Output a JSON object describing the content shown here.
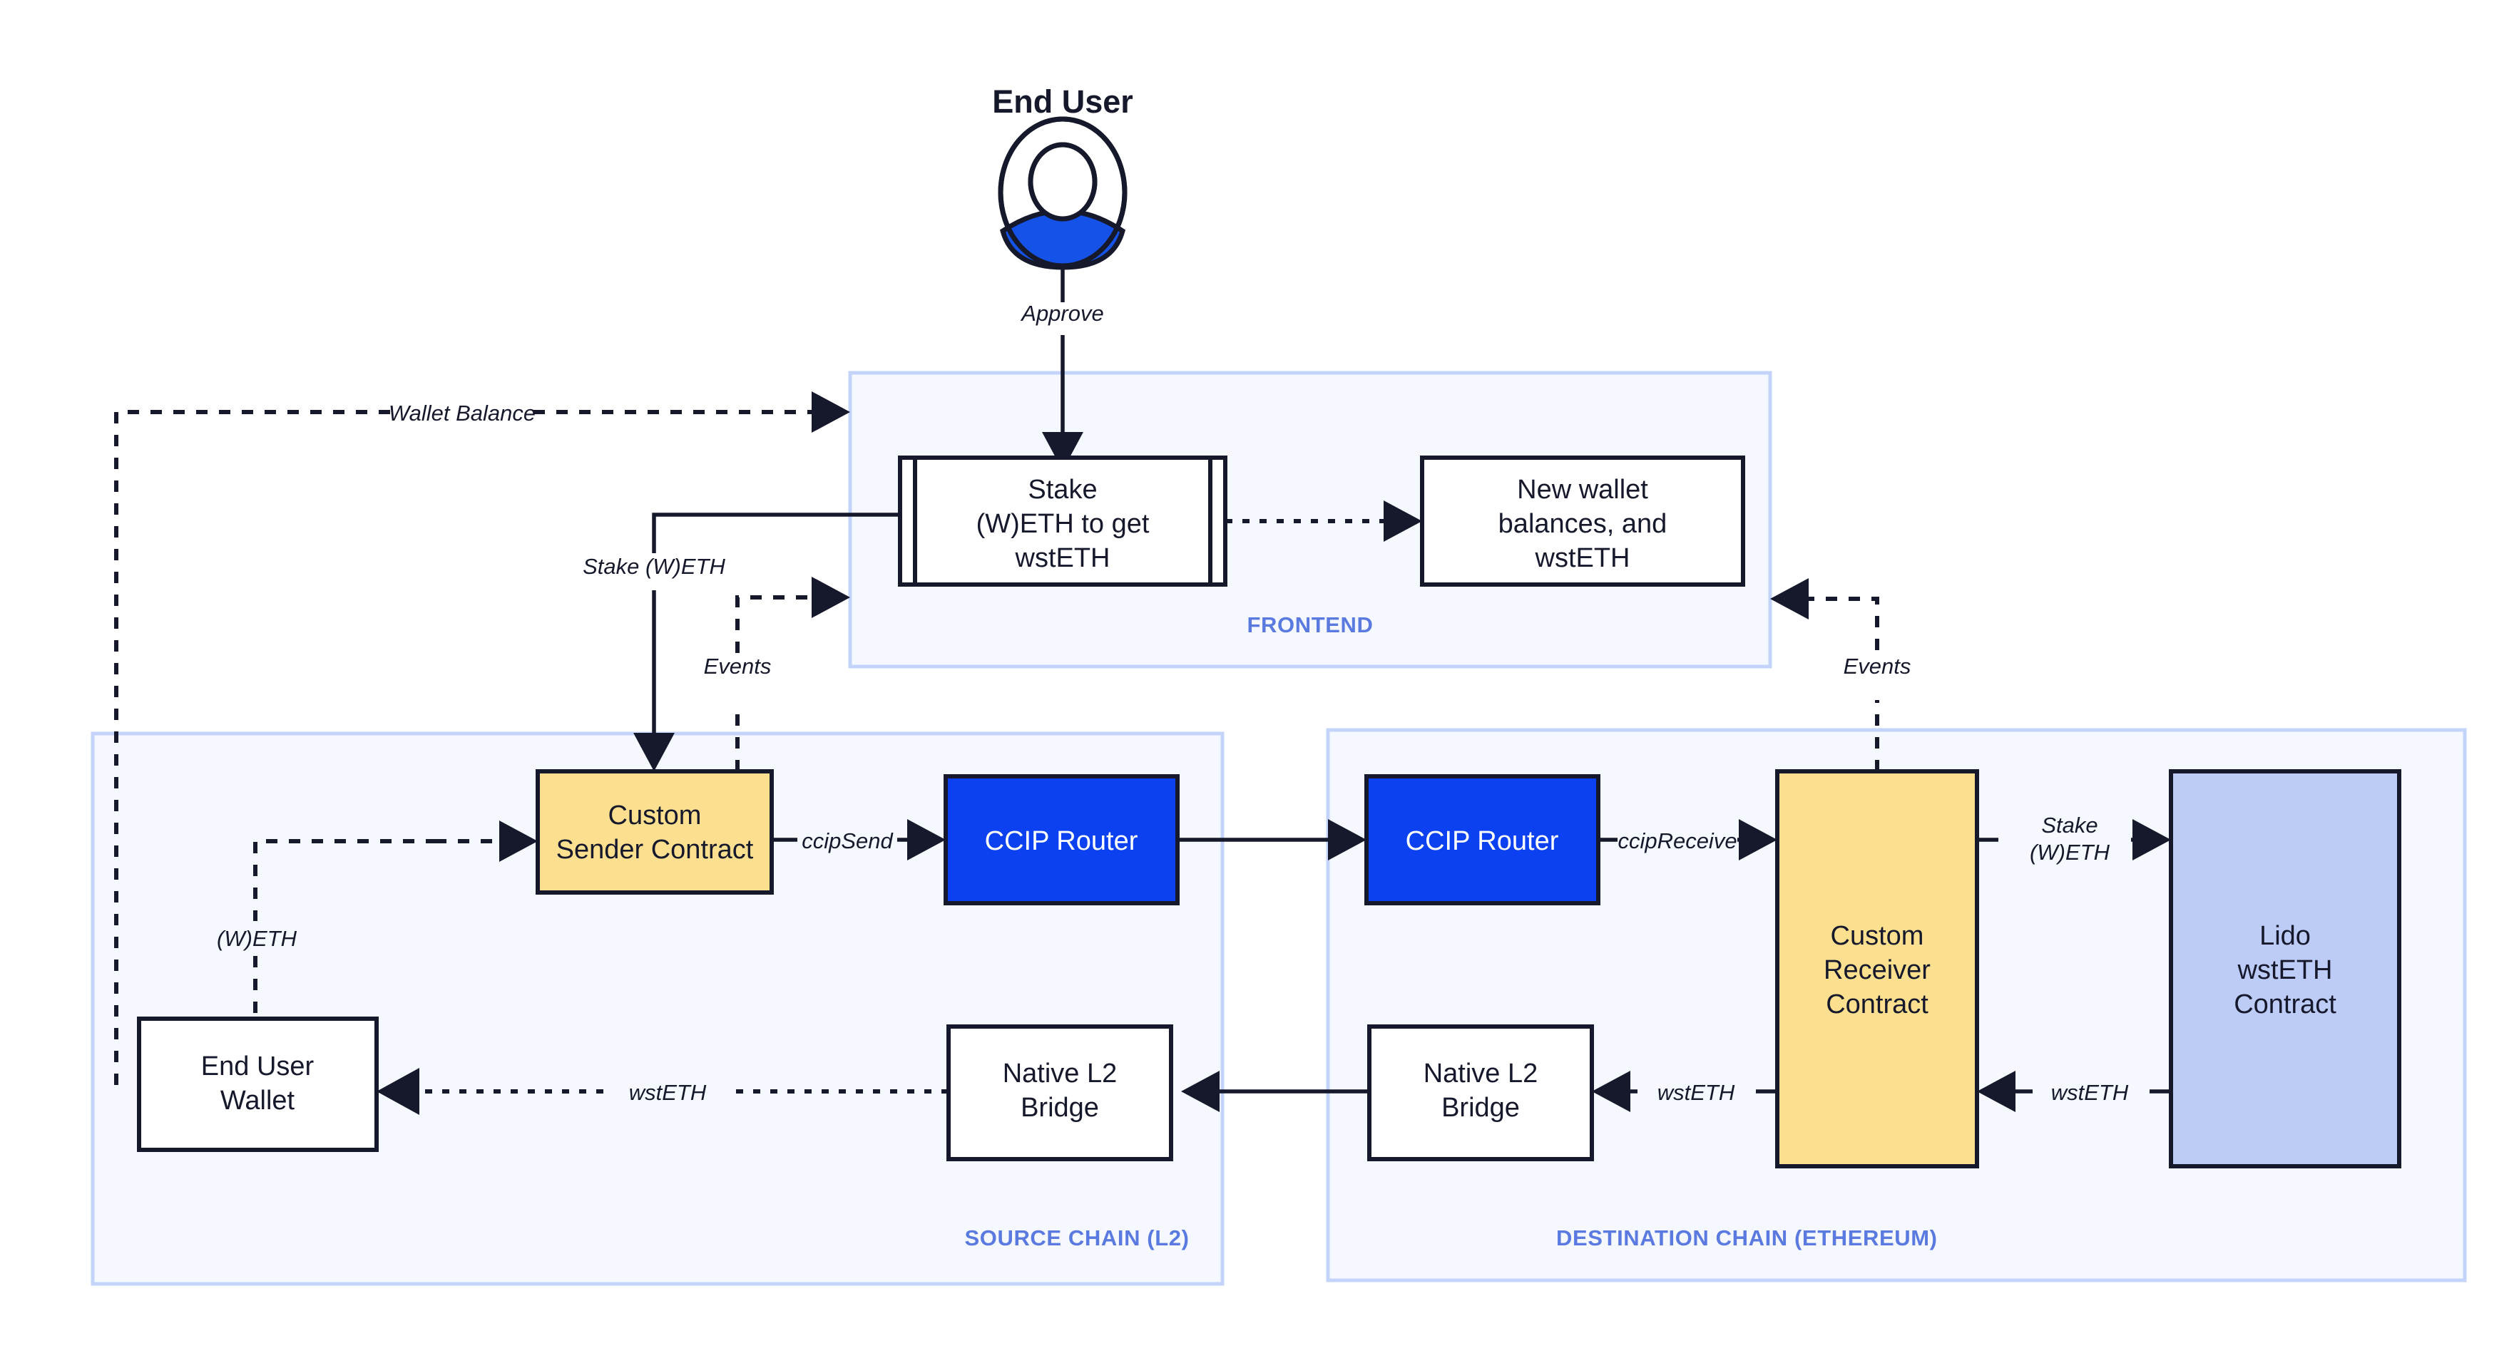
{
  "diagram": {
    "title": "CCIP cross-chain wstETH staking architecture",
    "colors": {
      "group_fill": "#f5f8fe",
      "group_border": "#c3d3f9",
      "group_label": "#5b7ae0",
      "node_stroke": "#16192b",
      "yellow_contract": "#fcdf8f",
      "blue_router": "#0b41f0",
      "lavender_contract": "#bdcbf7",
      "white_node": "#ffffff",
      "actor_body": "#1452e8"
    },
    "actor": {
      "label": "End User",
      "icon": "user-avatar-icon"
    },
    "groups": [
      {
        "id": "frontend",
        "label": "FRONTEND"
      },
      {
        "id": "source_chain",
        "label": "SOURCE CHAIN (L2)"
      },
      {
        "id": "destination_chain",
        "label": "DESTINATION CHAIN (ETHEREUM)"
      }
    ],
    "nodes": [
      {
        "id": "stake_form",
        "group": "frontend",
        "shape": "subroutine",
        "style": "white",
        "lines": [
          "Stake",
          "(W)ETH to get",
          "wstETH"
        ]
      },
      {
        "id": "new_balances",
        "group": "frontend",
        "shape": "rect",
        "style": "white",
        "lines": [
          "New wallet",
          "balances, and",
          "wstETH"
        ]
      },
      {
        "id": "sender_contract",
        "group": "source_chain",
        "shape": "rect",
        "style": "yellow",
        "lines": [
          "Custom",
          "Sender Contract"
        ]
      },
      {
        "id": "router_src",
        "group": "source_chain",
        "shape": "rect",
        "style": "blue",
        "lines": [
          "CCIP Router"
        ]
      },
      {
        "id": "wallet",
        "group": "source_chain",
        "shape": "rect",
        "style": "white",
        "lines": [
          "End User",
          "Wallet"
        ]
      },
      {
        "id": "bridge_src",
        "group": "source_chain",
        "shape": "rect",
        "style": "white",
        "lines": [
          "Native L2",
          "Bridge"
        ]
      },
      {
        "id": "router_dst",
        "group": "destination_chain",
        "shape": "rect",
        "style": "blue",
        "lines": [
          "CCIP Router"
        ]
      },
      {
        "id": "receiver_contract",
        "group": "destination_chain",
        "shape": "rect",
        "style": "yellow",
        "lines": [
          "Custom",
          "Receiver",
          "Contract"
        ]
      },
      {
        "id": "bridge_dst",
        "group": "destination_chain",
        "shape": "rect",
        "style": "white",
        "lines": [
          "Native L2",
          "Bridge"
        ]
      },
      {
        "id": "lido_contract",
        "group": "destination_chain",
        "shape": "rect",
        "style": "lavender",
        "lines": [
          "Lido",
          "wstETH",
          "Contract"
        ]
      }
    ],
    "edges": [
      {
        "id": "e_approve",
        "from": "end_user",
        "to": "stake_form",
        "label": "Approve",
        "style": "solid"
      },
      {
        "id": "e_wallet_balance",
        "from": "wallet",
        "to": "stake_form",
        "label": "Wallet Balance",
        "style": "dashed"
      },
      {
        "id": "e_stake_weth",
        "from": "stake_form",
        "to": "sender_contract",
        "label": "Stake (W)ETH",
        "style": "solid"
      },
      {
        "id": "e_events_src",
        "from": "sender_contract",
        "to": "frontend",
        "label": "Events",
        "style": "dashed"
      },
      {
        "id": "e_form_balances",
        "from": "stake_form",
        "to": "new_balances",
        "label": "",
        "style": "dashed"
      },
      {
        "id": "e_weth",
        "from": "wallet",
        "to": "sender_contract",
        "label": "(W)ETH",
        "style": "dashed"
      },
      {
        "id": "e_ccipsend",
        "from": "sender_contract",
        "to": "router_src",
        "label": "ccipSend",
        "style": "solid"
      },
      {
        "id": "e_router_router",
        "from": "router_src",
        "to": "router_dst",
        "label": "",
        "style": "solid"
      },
      {
        "id": "e_ccipreceive",
        "from": "router_dst",
        "to": "receiver_contract",
        "label": "ccipReceive",
        "style": "solid"
      },
      {
        "id": "e_stake_weth_lido",
        "from": "receiver_contract",
        "to": "lido_contract",
        "label": "Stake\n(W)ETH",
        "style": "solid",
        "label_lines": [
          "Stake",
          "(W)ETH"
        ]
      },
      {
        "id": "e_wsteth_back",
        "from": "lido_contract",
        "to": "receiver_contract",
        "label": "wstETH",
        "style": "solid"
      },
      {
        "id": "e_wsteth_bridge",
        "from": "receiver_contract",
        "to": "bridge_dst",
        "label": "wstETH",
        "style": "solid"
      },
      {
        "id": "e_bridge_bridge",
        "from": "bridge_dst",
        "to": "bridge_src",
        "label": "",
        "style": "solid"
      },
      {
        "id": "e_wsteth_wallet",
        "from": "bridge_src",
        "to": "wallet",
        "label": "wstETH",
        "style": "dashed"
      },
      {
        "id": "e_events_dst",
        "from": "receiver_contract",
        "to": "frontend",
        "label": "Events",
        "style": "dashed"
      }
    ],
    "labels": {
      "approve": "Approve",
      "wallet_balance": "Wallet Balance",
      "stake_weth": "Stake (W)ETH",
      "events_left": "Events",
      "events_right": "Events",
      "weth": "(W)ETH",
      "ccip_send": "ccipSend",
      "ccip_receive": "ccipReceive",
      "stake_line1": "Stake",
      "stake_line2": "(W)ETH",
      "wsteth_lido": "wstETH",
      "wsteth_bridge": "wstETH",
      "wsteth_wallet": "wstETH"
    },
    "node_text": {
      "stake_form_l1": "Stake",
      "stake_form_l2": "(W)ETH to get",
      "stake_form_l3": "wstETH",
      "new_balances_l1": "New wallet",
      "new_balances_l2": "balances, and",
      "new_balances_l3": "wstETH",
      "sender_l1": "Custom",
      "sender_l2": "Sender Contract",
      "router_src": "CCIP Router",
      "router_dst": "CCIP Router",
      "wallet_l1": "End User",
      "wallet_l2": "Wallet",
      "bridge_src_l1": "Native L2",
      "bridge_src_l2": "Bridge",
      "bridge_dst_l1": "Native L2",
      "bridge_dst_l2": "Bridge",
      "receiver_l1": "Custom",
      "receiver_l2": "Receiver",
      "receiver_l3": "Contract",
      "lido_l1": "Lido",
      "lido_l2": "wstETH",
      "lido_l3": "Contract"
    },
    "group_labels": {
      "frontend": "FRONTEND",
      "source_chain": "SOURCE CHAIN (L2)",
      "destination_chain": "DESTINATION CHAIN (ETHEREUM)"
    },
    "actor_label": "End User"
  }
}
